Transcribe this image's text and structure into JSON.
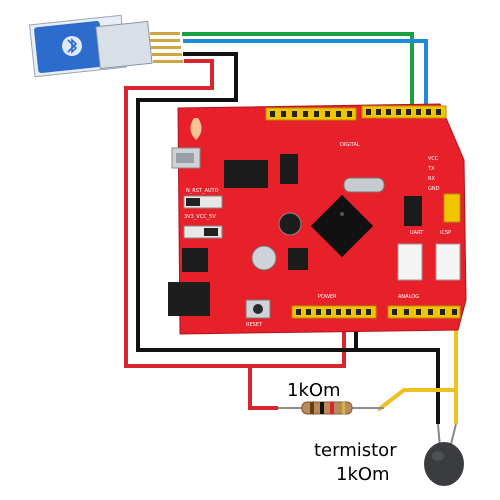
{
  "resistor": {
    "label": "1kOm"
  },
  "thermistor": {
    "label_line1": "termistor",
    "label_line2": "1kOm"
  },
  "board": {
    "digital": "DIGITAL",
    "power": "POWER",
    "analog": "ANALOG",
    "uart": "UART",
    "icsp": "ICSP",
    "uart_pins": [
      "VCC",
      "TX",
      "RX",
      "GND"
    ],
    "switch_auto": "N_RST_AUTO",
    "switch_volt": "3V3_VCC_5V",
    "reset": "RESET"
  },
  "colors": {
    "board": "#e8202a",
    "header": "#f2c500",
    "wire_red": "#d8262e",
    "wire_black": "#111111",
    "wire_green": "#1aa040",
    "wire_blue": "#1f8bd6",
    "wire_yellow": "#f0c020",
    "bt_module": "#2b6ccc"
  }
}
